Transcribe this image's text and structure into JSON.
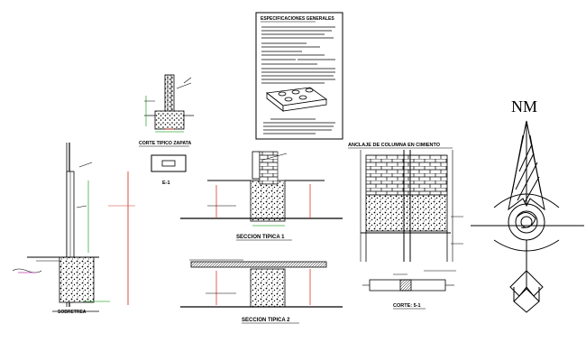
{
  "title_block": {
    "heading": "ESPECIFICACIONES GENERALES"
  },
  "labels": {
    "zapata_detail": "CORTE TIPICO ZAPATA",
    "e1_detail": "E-1",
    "section_1": "SECCION TIPICA 1",
    "section_2": "SECCION TIPICA 2",
    "left_detail": "SOBRETREA",
    "anclaje": "ANCLAJE DE COLUMNA EN CIMIENTO",
    "corte": "CORTE: 5-1",
    "north": "NM"
  },
  "colors": {
    "line": "#000000",
    "green": "#3fae3f",
    "red": "#d83a2a",
    "magenta": "#c03aa8",
    "blue": "#2040c0"
  }
}
